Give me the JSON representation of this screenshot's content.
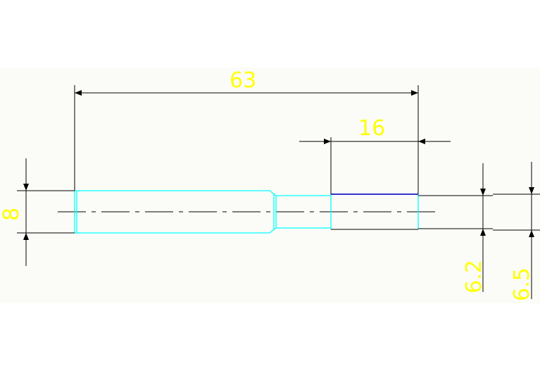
{
  "drawing": {
    "colors": {
      "background": "#fbfcf7",
      "dimension_line": "#000000",
      "dimension_text": "#ffff00",
      "part_outline": "#00ffff",
      "thread_highlight": "#3333cc",
      "center_line": "#000000"
    },
    "dimensions": {
      "overall_length": "63",
      "thread_length": "16",
      "large_diameter": "8",
      "small_diameter_1": "6.2",
      "small_diameter_2": "6.5"
    }
  }
}
